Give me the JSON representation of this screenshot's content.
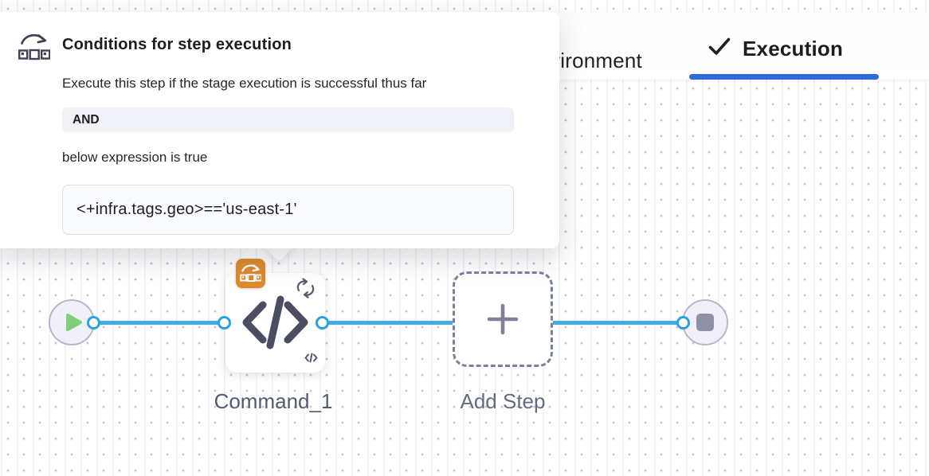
{
  "popover": {
    "icon": "conditional-execution-icon",
    "title": "Conditions for step execution",
    "description": "Execute this step if the stage execution is successful thus far",
    "operator_badge": "AND",
    "expression_intro": "below expression is true",
    "expression": "<+infra.tags.geo>=='us-east-1'"
  },
  "tabs": {
    "items": [
      {
        "label": "Environment",
        "active": false
      },
      {
        "label": "Execution",
        "active": true,
        "icon": "check-icon"
      }
    ]
  },
  "pipeline": {
    "start_node": {
      "icon": "play-icon"
    },
    "end_node": {
      "icon": "stop-icon"
    },
    "steps": [
      {
        "label": "Command_1",
        "icon": "code-icon",
        "badges": [
          "conditional-execution-icon",
          "looping-strategy-icon"
        ]
      },
      {
        "label": "Add Step",
        "icon": "plus-icon"
      }
    ]
  },
  "colors": {
    "accent_blue": "#2e6bd8",
    "connector_blue": "#43ace8",
    "dot_ring_blue": "#29a3df",
    "badge_orange": "#dd8a2e",
    "play_green": "#7ccf7d",
    "slate_icon": "#4b4e62",
    "node_fill": "#f1f0f8"
  }
}
